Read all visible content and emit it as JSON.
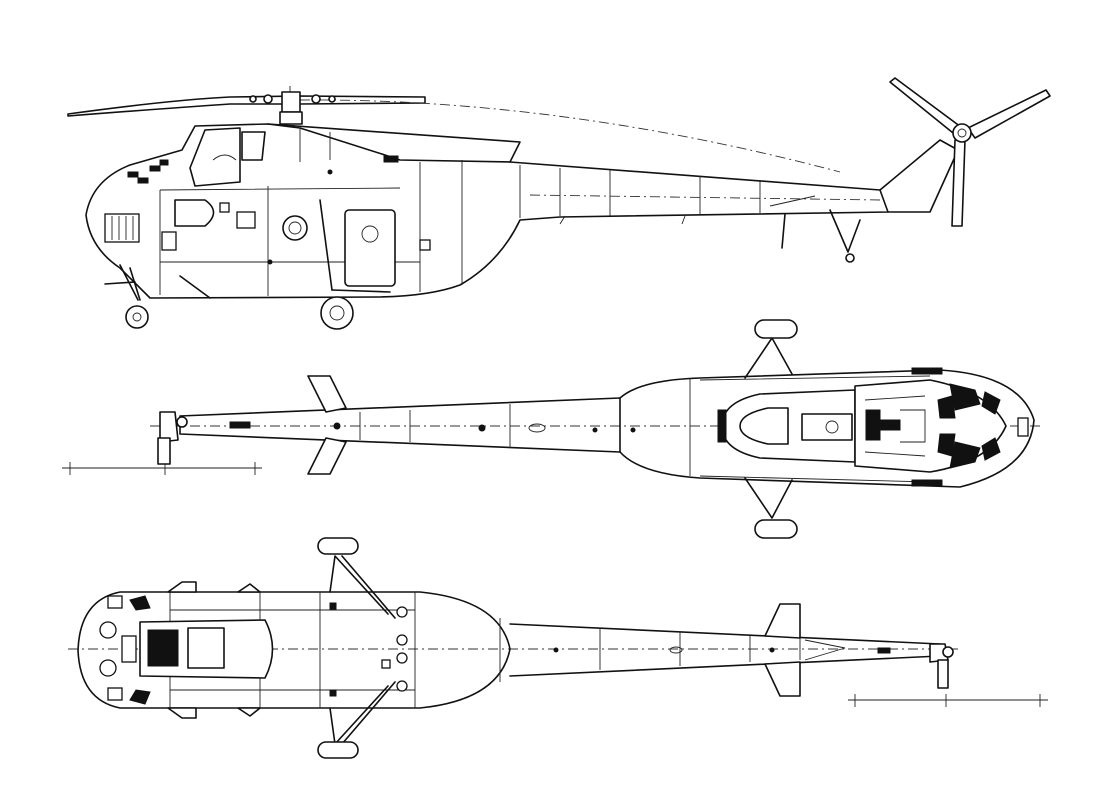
{
  "drawing": {
    "views": [
      "side",
      "top",
      "bottom"
    ],
    "line_color": "#111111",
    "background": "#ffffff"
  }
}
